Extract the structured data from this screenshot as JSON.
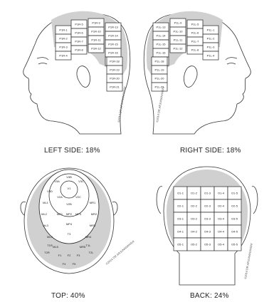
{
  "panels": {
    "left": {
      "caption": "LEFT SIDE: 18%",
      "copyright": "©2014 DR.ARJUNANANSHI",
      "zones": [
        "P1R-1",
        "P1R-2",
        "P1R-3",
        "P1R-4",
        "P1R-5",
        "P1R-6",
        "P1R-7",
        "P1R-8",
        "P1R-9",
        "P1R-10",
        "P1R-11",
        "P1R-12",
        "P1R-13",
        "P1R-14",
        "P1R-15",
        "P1R-16",
        "P1R-17",
        "P1R-18",
        "P1R-19",
        "P1R-20",
        "P1R-21"
      ]
    },
    "right": {
      "caption": "RIGHT SIDE: 18%",
      "copyright": "©2014 DR.ARJUNANANSHI",
      "zones": [
        "P1L-1",
        "P1L-2",
        "P1L-3",
        "P1L-4",
        "P1L-5",
        "P1L-6",
        "P1L-7",
        "P1L-8",
        "P1L-9",
        "P1L-10",
        "P1L-11",
        "P1L-12",
        "P1L-13",
        "P1L-14",
        "P1L-15",
        "P1L-16",
        "P1L-17",
        "P1L-18",
        "P1L-19",
        "P1L-20",
        "P1L-21"
      ]
    },
    "top": {
      "caption": "TOP: 40%",
      "copyright": "©2014 DR.ARJUNANANSHI",
      "zones": [
        "V1",
        "V2A",
        "V2B",
        "V2C",
        "V3A",
        "V3B",
        "V3C",
        "V3D",
        "ML1",
        "ML2",
        "ML3",
        "ML4",
        "ML5",
        "MP1",
        "MP2",
        "MP3",
        "MP4",
        "MR1",
        "MR2",
        "MR3",
        "MR4",
        "MR5",
        "T1R",
        "T1L",
        "T2R",
        "T2L",
        "T3",
        "F1",
        "F2",
        "F3",
        "F4",
        "F5"
      ]
    },
    "back": {
      "caption": "BACK: 24%",
      "copyright": "©2014 DR.ARJUNANANSHI",
      "zones": [
        "O1-1",
        "O1-2",
        "O1-3",
        "O1-4",
        "O1-5",
        "O2-1",
        "O2-2",
        "O2-3",
        "O2-4",
        "O2-5",
        "O3-1",
        "O3-2",
        "O3-3",
        "O3-4",
        "O3-5",
        "O4-1",
        "O4-2",
        "O4-3",
        "O4-4",
        "O4-5",
        "O5-1",
        "O5-2",
        "O5-3",
        "O5-4",
        "O5-5"
      ]
    }
  },
  "colors": {
    "line": "#222222",
    "grid": "#999999",
    "shade": "#d0d0d0",
    "skin": "#ffffff"
  }
}
